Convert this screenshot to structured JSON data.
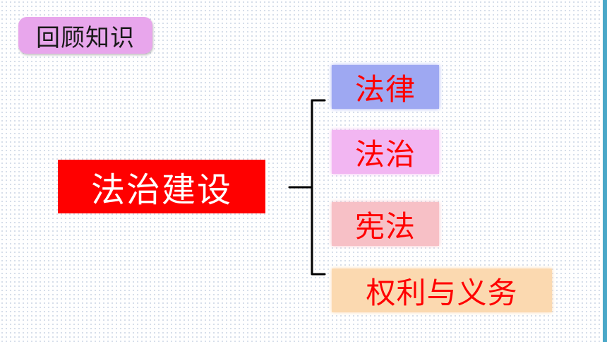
{
  "review_tag": "回顾知识",
  "main_topic": "法治建设",
  "branches": [
    "法律",
    "法治",
    "宪法",
    "权利与义务"
  ],
  "colors": {
    "main_topic_bg": "#ff0000",
    "main_topic_text": "#ffffff",
    "branch_text": "#ff0000",
    "branch_backgrounds": [
      "#9ea8f2",
      "#f2b6f2",
      "#f7c0c6",
      "#fbd9b0"
    ],
    "review_tag_bg": "#e8a6ec"
  }
}
